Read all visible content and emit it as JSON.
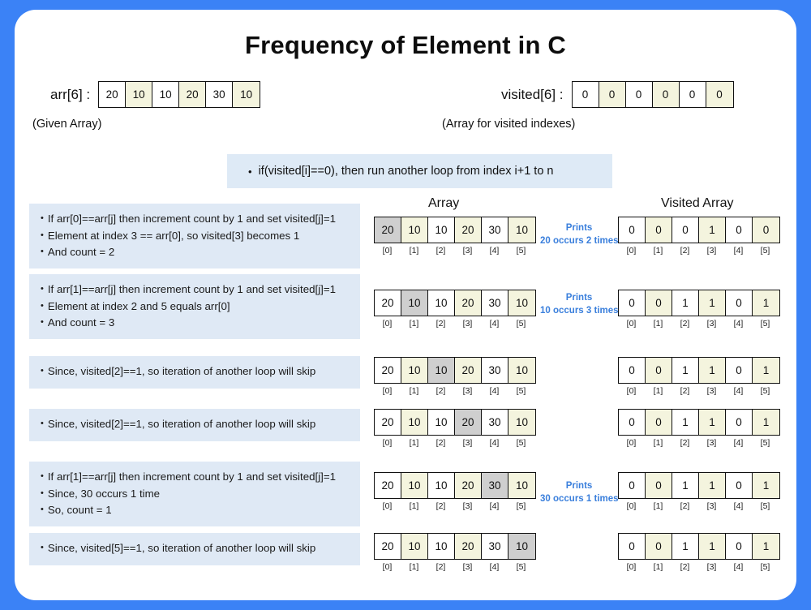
{
  "theme": {
    "page_background": "#3b82f6",
    "card_background": "#ffffff",
    "text_block_background": "#dfe9f5",
    "condition_background": "#deeaf6",
    "cell_cream": "#f4f4de",
    "cell_highlight": "#cfcfcf",
    "prints_color": "#3a7fdc"
  },
  "title": "Frequency of Element in C",
  "header": {
    "given": {
      "label": "arr[6] :",
      "caption": "(Given Array)",
      "values": [
        "20",
        "10",
        "10",
        "20",
        "30",
        "10"
      ],
      "shades": [
        "white",
        "cream",
        "white",
        "cream",
        "white",
        "cream"
      ]
    },
    "visited": {
      "label": "visited[6] :",
      "caption": "(Array for visited indexes)",
      "values": [
        "0",
        "0",
        "0",
        "0",
        "0",
        "0"
      ],
      "shades": [
        "white",
        "cream",
        "white",
        "cream",
        "white",
        "cream"
      ]
    }
  },
  "condition": {
    "bullet": "•",
    "text": "if(visited[i]==0), then run another loop from index i+1 to n"
  },
  "columns": {
    "array": "Array",
    "visited": "Visited Array"
  },
  "indices": [
    "[0]",
    "[1]",
    "[2]",
    "[3]",
    "[4]",
    "[5]"
  ],
  "steps": [
    {
      "lines": [
        "If arr[0]==arr[j] then increment count by 1 and set visited[j]=1",
        "Element at index 3 == arr[0], so visited[3] becomes 1",
        "And count = 2"
      ],
      "array_values": [
        "20",
        "10",
        "10",
        "20",
        "30",
        "10"
      ],
      "array_shades": [
        "gray",
        "cream",
        "white",
        "cream",
        "white",
        "cream"
      ],
      "visited_values": [
        "0",
        "0",
        "0",
        "1",
        "0",
        "0"
      ],
      "visited_shades": [
        "white",
        "cream",
        "white",
        "cream",
        "white",
        "cream"
      ],
      "prints_label": "Prints",
      "prints_text": "20 occurs 2 times"
    },
    {
      "lines": [
        "If arr[1]==arr[j] then increment count by 1 and set visited[j]=1",
        "Element at index 2 and 5 equals  arr[0]",
        "And count = 3"
      ],
      "array_values": [
        "20",
        "10",
        "10",
        "20",
        "30",
        "10"
      ],
      "array_shades": [
        "white",
        "gray",
        "white",
        "cream",
        "white",
        "cream"
      ],
      "visited_values": [
        "0",
        "0",
        "1",
        "1",
        "0",
        "1"
      ],
      "visited_shades": [
        "white",
        "cream",
        "white",
        "cream",
        "white",
        "cream"
      ],
      "prints_label": "Prints",
      "prints_text": "10 occurs 3 times"
    },
    {
      "lines": [
        "Since, visited[2]==1, so iteration of another loop will skip"
      ],
      "array_values": [
        "20",
        "10",
        "10",
        "20",
        "30",
        "10"
      ],
      "array_shades": [
        "white",
        "cream",
        "gray",
        "cream",
        "white",
        "cream"
      ],
      "visited_values": [
        "0",
        "0",
        "1",
        "1",
        "0",
        "1"
      ],
      "visited_shades": [
        "white",
        "cream",
        "white",
        "cream",
        "white",
        "cream"
      ],
      "prints_label": "",
      "prints_text": ""
    },
    {
      "lines": [
        "Since, visited[2]==1, so iteration of another loop will skip"
      ],
      "array_values": [
        "20",
        "10",
        "10",
        "20",
        "30",
        "10"
      ],
      "array_shades": [
        "white",
        "cream",
        "white",
        "gray",
        "white",
        "cream"
      ],
      "visited_values": [
        "0",
        "0",
        "1",
        "1",
        "0",
        "1"
      ],
      "visited_shades": [
        "white",
        "cream",
        "white",
        "cream",
        "white",
        "cream"
      ],
      "prints_label": "",
      "prints_text": ""
    },
    {
      "lines": [
        "If arr[1]==arr[j] then increment count by 1 and set visited[j]=1",
        "Since, 30 occurs 1 time",
        "So, count = 1"
      ],
      "array_values": [
        "20",
        "10",
        "10",
        "20",
        "30",
        "10"
      ],
      "array_shades": [
        "white",
        "cream",
        "white",
        "cream",
        "gray",
        "cream"
      ],
      "visited_values": [
        "0",
        "0",
        "1",
        "1",
        "0",
        "1"
      ],
      "visited_shades": [
        "white",
        "cream",
        "white",
        "cream",
        "white",
        "cream"
      ],
      "prints_label": "Prints",
      "prints_text": "30 occurs 1 times"
    },
    {
      "lines": [
        "Since, visited[5]==1, so iteration of another loop will skip"
      ],
      "array_values": [
        "20",
        "10",
        "10",
        "20",
        "30",
        "10"
      ],
      "array_shades": [
        "white",
        "cream",
        "white",
        "cream",
        "white",
        "gray"
      ],
      "visited_values": [
        "0",
        "0",
        "1",
        "1",
        "0",
        "1"
      ],
      "visited_shades": [
        "white",
        "cream",
        "white",
        "cream",
        "white",
        "cream"
      ],
      "prints_label": "",
      "prints_text": ""
    }
  ],
  "layout": {
    "row_tops": [
      239,
      326,
      427,
      492,
      557,
      645
    ],
    "array_tops": [
      255,
      345,
      428,
      492,
      570,
      645
    ],
    "prints_tops": [
      262,
      348,
      0,
      0,
      580,
      0
    ]
  }
}
